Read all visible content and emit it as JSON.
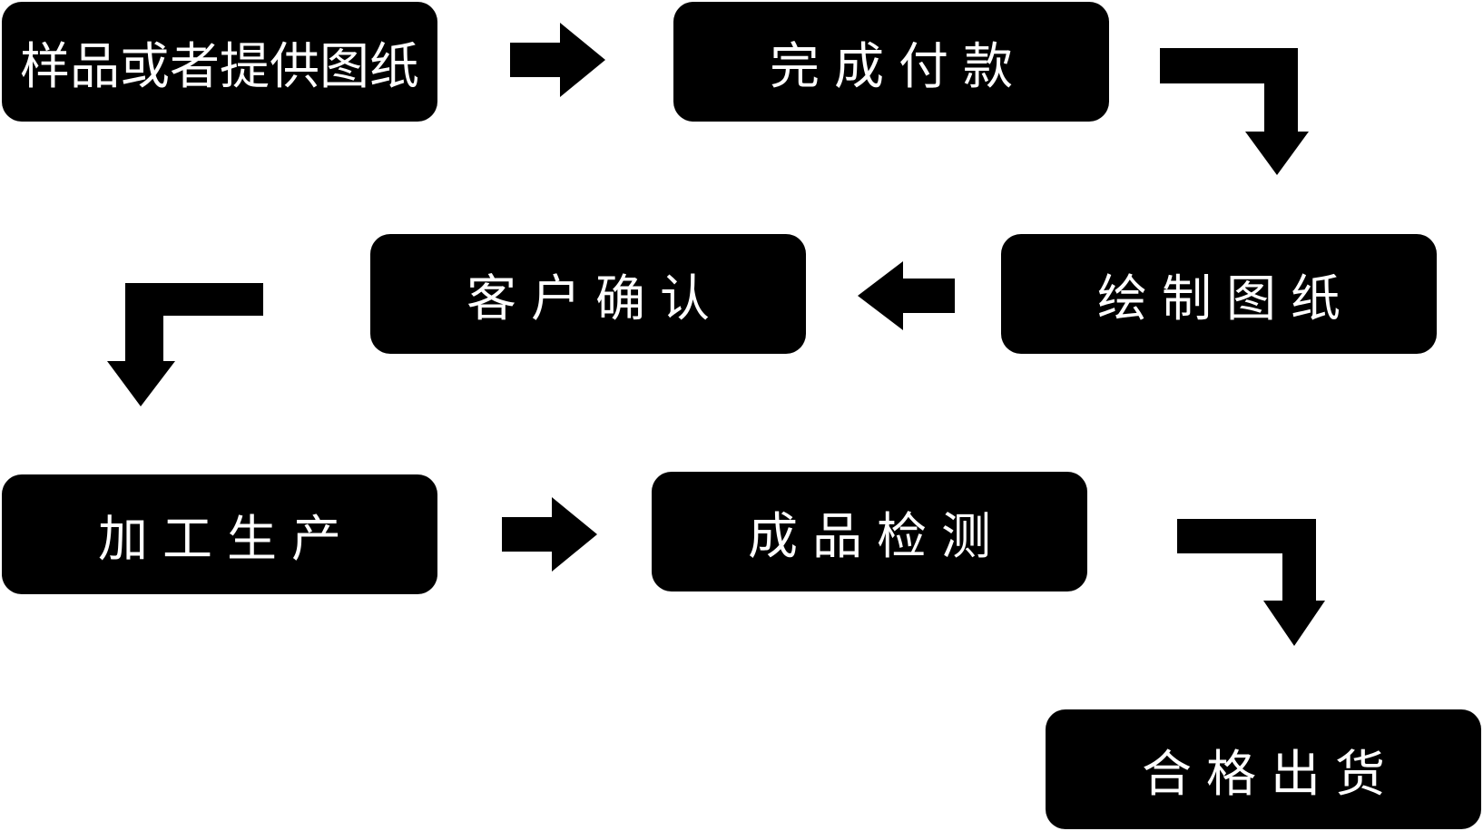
{
  "diagram": {
    "type": "flowchart",
    "colors": {
      "background": "#ffffff",
      "node_fill": "#000000",
      "node_text": "#ffffff",
      "arrow": "#000000"
    },
    "steps": [
      {
        "order": 1,
        "label": "样品或者提供图纸"
      },
      {
        "order": 2,
        "label": "完成付款"
      },
      {
        "order": 3,
        "label": "绘制图纸"
      },
      {
        "order": 4,
        "label": "客户确认"
      },
      {
        "order": 5,
        "label": "加工生产"
      },
      {
        "order": 6,
        "label": "成品检测"
      },
      {
        "order": 7,
        "label": "合格出货"
      }
    ],
    "connectors": [
      {
        "from": "样品或者提供图纸",
        "to": "完成付款",
        "icon": "arrow-right-icon"
      },
      {
        "from": "完成付款",
        "to": "绘制图纸",
        "icon": "arrow-elbow-down-right-icon"
      },
      {
        "from": "绘制图纸",
        "to": "客户确认",
        "icon": "arrow-left-icon"
      },
      {
        "from": "客户确认",
        "to": "加工生产",
        "icon": "arrow-elbow-down-left-icon"
      },
      {
        "from": "加工生产",
        "to": "成品检测",
        "icon": "arrow-right-icon"
      },
      {
        "from": "成品检测",
        "to": "合格出货",
        "icon": "arrow-elbow-down-right-icon"
      }
    ]
  }
}
